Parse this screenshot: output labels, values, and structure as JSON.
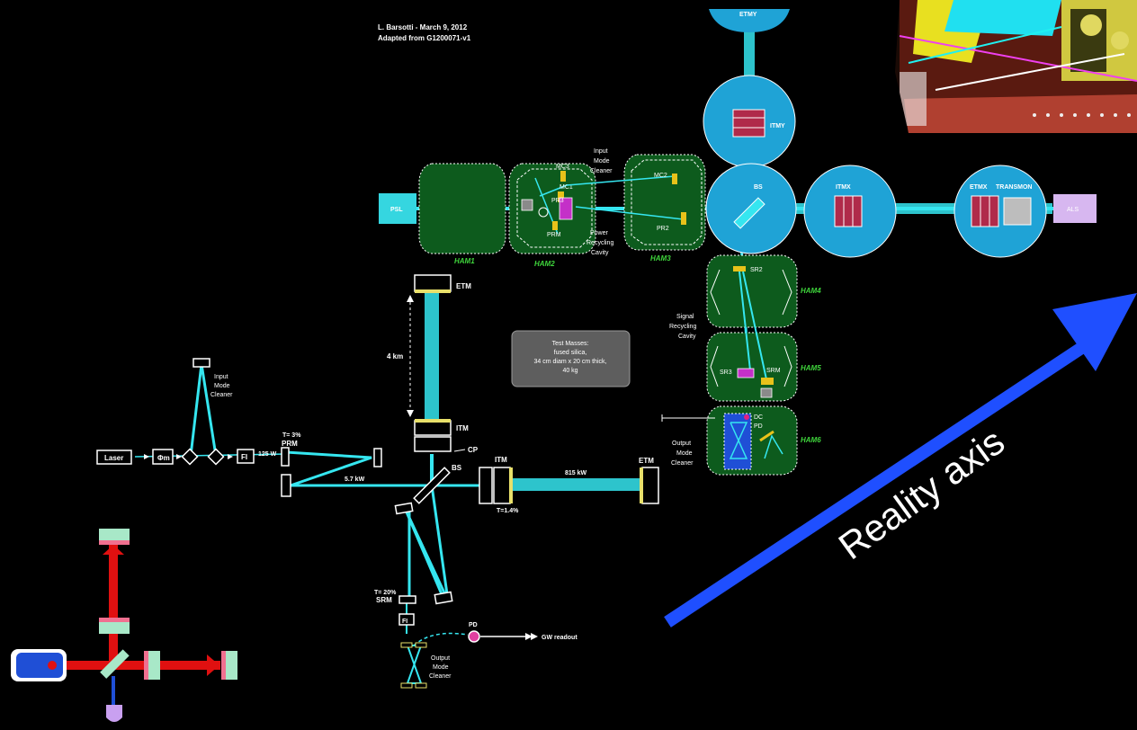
{
  "credit": {
    "line1": "L. Barsotti - March 9, 2012",
    "line2": "Adapted from G1200071-v1"
  },
  "aligo": {
    "psl": "PSL",
    "als": "ALS",
    "etmy": "ETMY",
    "itmy": "ITMY",
    "bs": "BS",
    "itmx": "ITMX",
    "etmx": "ETMX",
    "transmon": "TRANSMON",
    "mc1": "MC1",
    "mc2": "MC2",
    "mc3": "MC3",
    "pr3": "PR3",
    "prm": "PRM",
    "pr2": "PR2",
    "sr2": "SR2",
    "sr3": "SR3",
    "srm": "SRM",
    "dcpd": [
      "DC",
      "PD"
    ],
    "input_mode_cleaner": [
      "Input",
      "Mode",
      "Cleaner"
    ],
    "power_recycling": [
      "Power",
      "Recycling",
      "Cavity"
    ],
    "signal_recycling": [
      "Signal",
      "Recycling",
      "Cavity"
    ],
    "output_mode_cleaner": [
      "Output",
      "Mode",
      "Cleaner"
    ],
    "ham1": "HAM1",
    "ham2": "HAM2",
    "ham3": "HAM3",
    "ham4": "HAM4",
    "ham5": "HAM5",
    "ham6": "HAM6"
  },
  "simplified": {
    "etm_top": "ETM",
    "arm_length": "4 km",
    "itm_top": "ITM",
    "cp": "CP",
    "bs": "BS",
    "itm_right": "ITM",
    "etm_right": "ETM",
    "arm_power": "815 kW",
    "prc_power": "5.7 kW",
    "input_power": "125 W",
    "prm_t": "T= 3%",
    "prm": "PRM",
    "itm_t": "T=1.4%",
    "srm_t": "T= 20%",
    "srm": "SRM",
    "laser": "Laser",
    "modulator": "Φm",
    "fi": "FI",
    "fi_bottom": "FI",
    "input_mode_cleaner": [
      "Input",
      "Mode",
      "Cleaner"
    ],
    "output_mode_cleaner": [
      "Output",
      "Mode",
      "Cleaner"
    ],
    "pd": "PD",
    "gw_readout": "GW readout",
    "test_masses": [
      "Test Masses:",
      "fused silica,",
      "34 cm diam x 20 cm thick,",
      "40 kg"
    ]
  },
  "reality_axis": {
    "label": "Reality axis",
    "color": "#1f4fff"
  },
  "colors": {
    "beam": "#35e6f0",
    "chamber_blue": "#1fa3d6",
    "chamber_green": "#0d5b1d",
    "optic_red": "#b02a4a",
    "optic_yellow": "#e8c21a",
    "photo_red": "#e01010"
  }
}
